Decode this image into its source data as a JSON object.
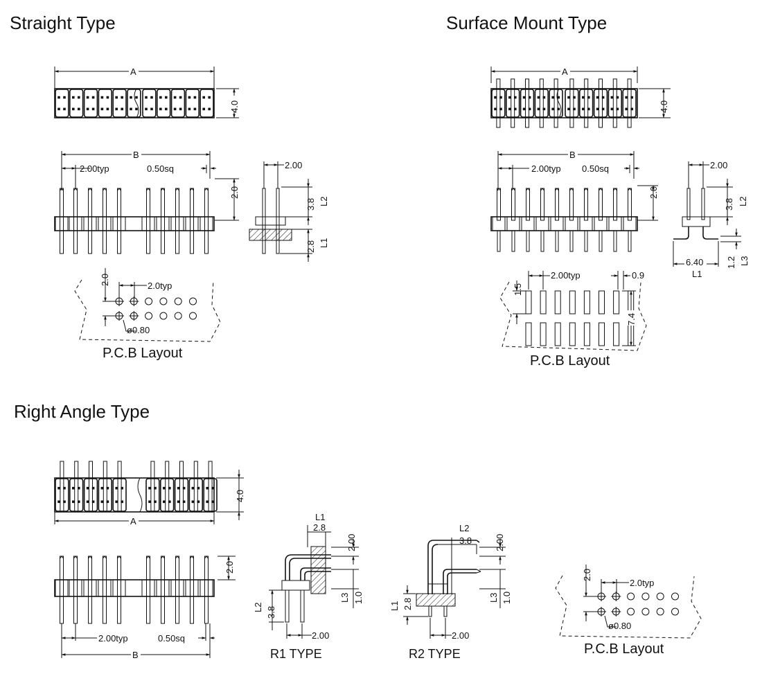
{
  "sections": {
    "straight": "Straight Type",
    "surface": "Surface Mount Type",
    "right_angle": "Right Angle Type"
  },
  "straight": {
    "top_dim_a": "A",
    "top_dim_h": "4.0",
    "side_dim_b": "B",
    "pitch": "2.00typ",
    "pin_sq": "0.50sq",
    "pin_top": "2.0",
    "end_pitch": "2.00",
    "l2_val": "3.8",
    "l2": "L2",
    "l1_val": "2.8",
    "l1": "L1",
    "pcb_row": "2.0",
    "pcb_pitch": "2.0typ",
    "pcb_hole": "ø0.80",
    "pcb_label": "P.C.B Layout"
  },
  "surface": {
    "top_dim_a": "A",
    "top_dim_h": "4.0",
    "side_dim_b": "B",
    "pitch": "2.00typ",
    "pin_sq": "0.50sq",
    "pin_top": "2.0",
    "end_pitch": "2.00",
    "l2_val": "3.8",
    "l2": "L2",
    "span": "6.40",
    "l1": "L1",
    "l3_val": "1.2",
    "l3": "L3",
    "pad_pitch": "2.00typ",
    "pad_w": "0.9",
    "pad_h": "1.5",
    "pad_span": "7.4",
    "pcb_label": "P.C.B Layout"
  },
  "right_angle": {
    "top_dim_h": "4.0",
    "top_dim_a": "A",
    "pin_top": "2.0",
    "pitch": "2.00typ",
    "pin_sq": "0.50sq",
    "side_dim_b": "B",
    "r1": {
      "l1": "L1",
      "l1_val": "2.8",
      "top": "2.00",
      "l3": "L3",
      "l3_val": "1.0",
      "l2": "L2",
      "l2_val": "3.8",
      "bottom": "2.00",
      "label": "R1  TYPE"
    },
    "r2": {
      "l2": "L2",
      "l2_val": "3.8",
      "top": "2.00",
      "l3": "L3",
      "l3_val": "1.0",
      "l1": "L1",
      "l1_val": "2.8",
      "bottom": "2.00",
      "label": "R2  TYPE"
    },
    "pcb_row": "2.0",
    "pcb_pitch": "2.0typ",
    "pcb_hole": "ø0.80",
    "pcb_label": "P.C.B Layout"
  }
}
